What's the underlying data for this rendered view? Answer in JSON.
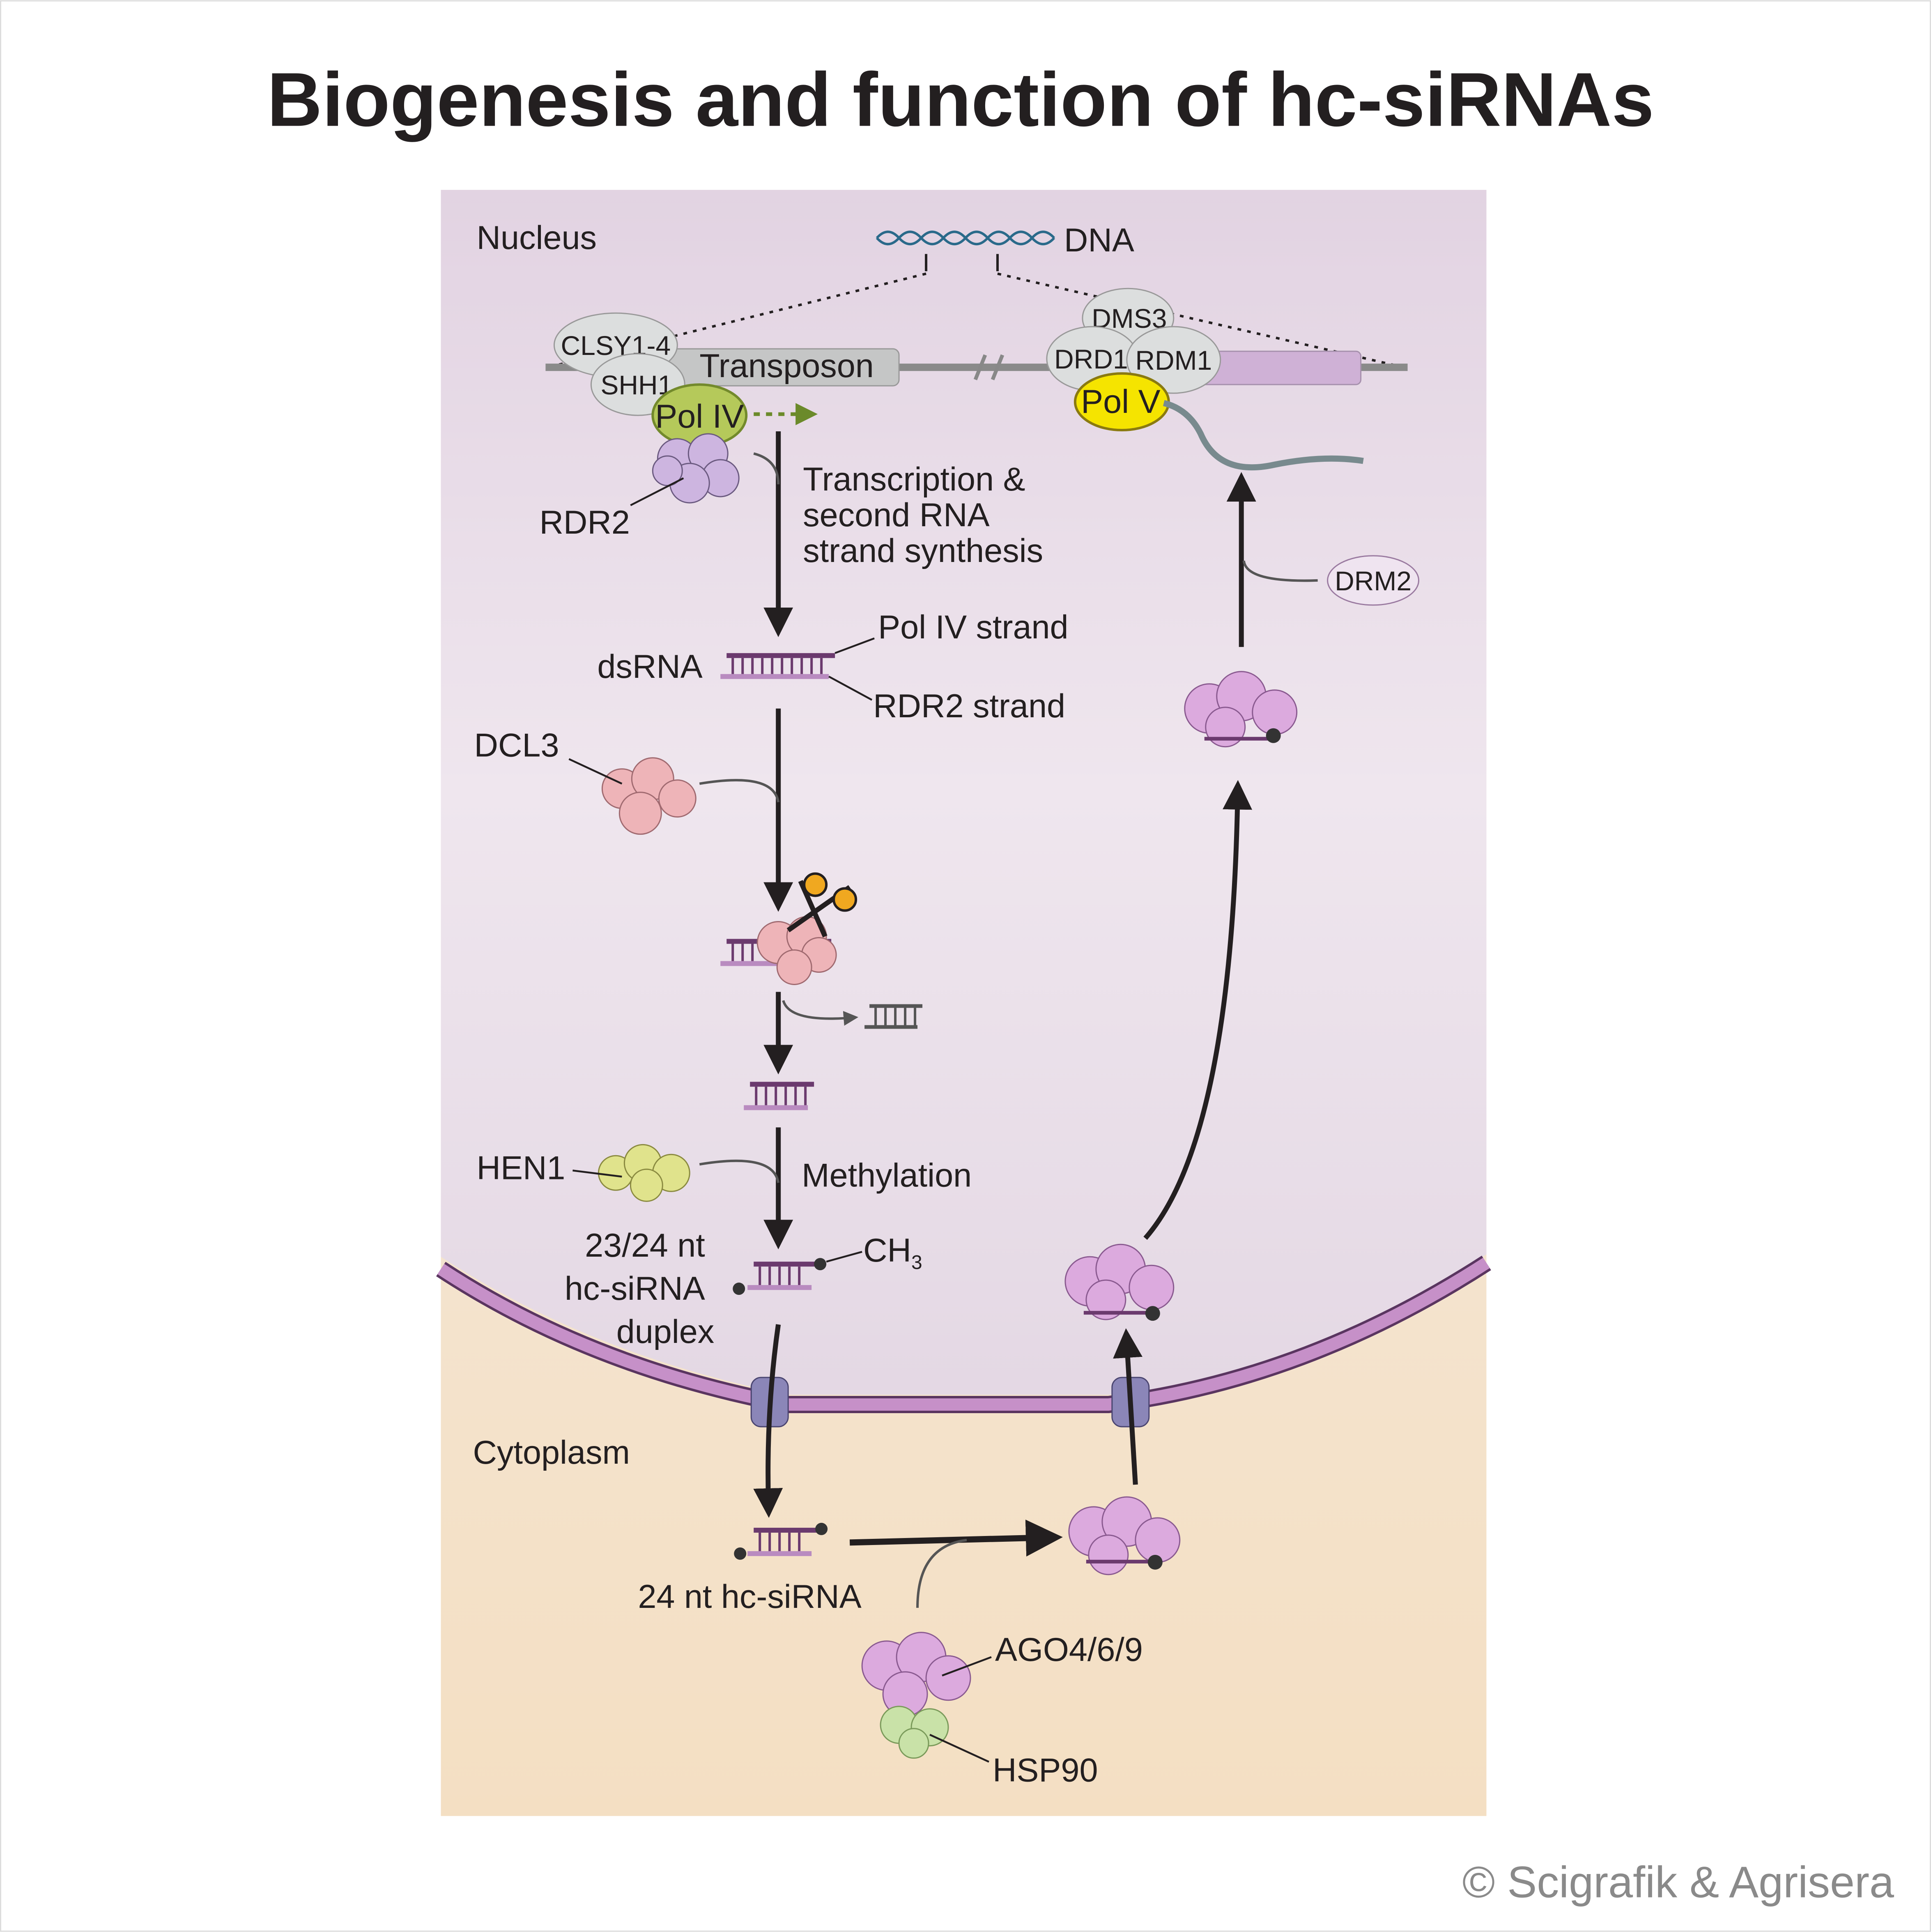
{
  "title": "Biogenesis and function of hc-siRNAs",
  "copyright": "© Scigrafik & Agrisera",
  "compartments": {
    "nucleus": "Nucleus",
    "cytoplasm": "Cytoplasm"
  },
  "labels": {
    "dna": "DNA",
    "clsy": "CLSY1-4",
    "shh1": "SHH1",
    "transposon": "Transposon",
    "pol4": "Pol IV",
    "rdr2": "RDR2",
    "dms3": "DMS3",
    "drd1": "DRD1",
    "rdm1": "RDM1",
    "pol5": "Pol V",
    "drm2": "DRM2",
    "transcription": [
      "Transcription &",
      "second RNA",
      "strand synthesis"
    ],
    "dsrna": "dsRNA",
    "pol4_strand": "Pol IV strand",
    "rdr2_strand": "RDR2 strand",
    "dcl3": "DCL3",
    "hen1": "HEN1",
    "methylation": "Methylation",
    "ch3": "CH",
    "ch3_sub": "3",
    "duplex": [
      "23/24 nt",
      "hc-siRNA",
      "duplex"
    ],
    "sirna24": "24 nt hc-siRNA",
    "ago": "AGO4/6/9",
    "hsp90": "HSP90"
  },
  "colors": {
    "nucleus": "#e4d6e3",
    "cytoplasm": "#f3e6d4",
    "envelope": "#b47cb8",
    "pol4": "#b5c95a",
    "pol5": "#f5e400",
    "rna_strand": "#6b3a6e",
    "rdr2_strand": "#b98bc0",
    "dcl3": "#e9aab0",
    "hen1": "#dfe28a",
    "ago": "#d9a9dc",
    "hsp90": "#c6e0a8"
  }
}
